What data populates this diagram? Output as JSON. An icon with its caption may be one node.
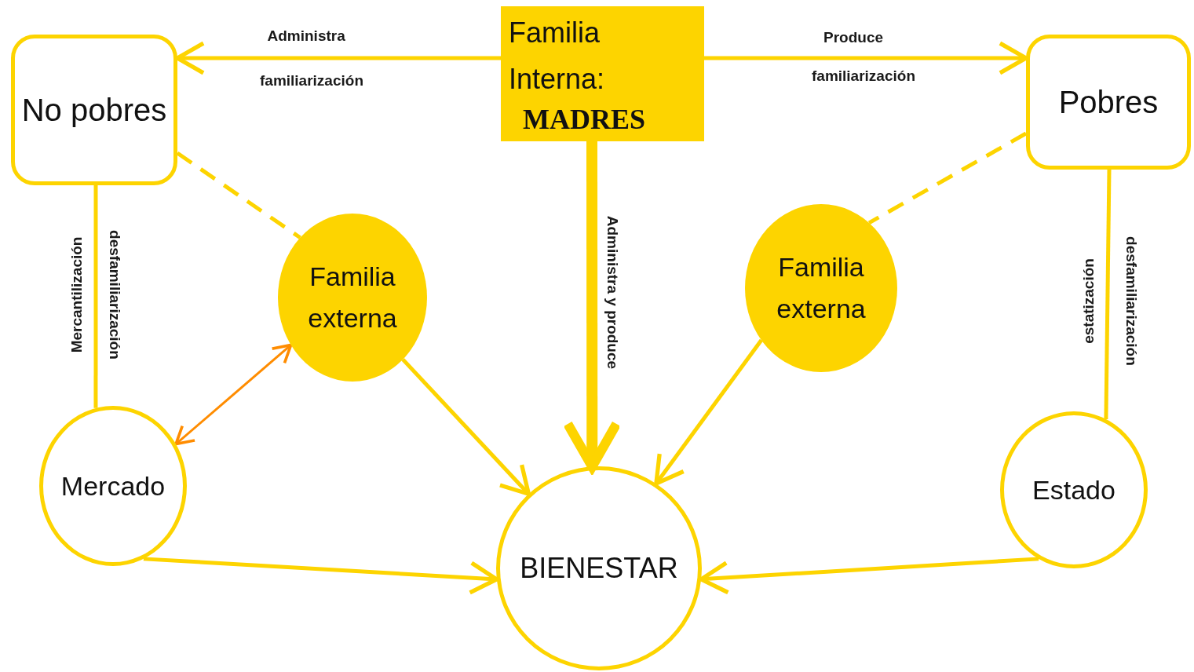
{
  "diagram": {
    "nodes": [
      {
        "text": [
          "Familia Interna:",
          "MADRES"
        ]
      },
      {
        "text": [
          "No pobres"
        ]
      },
      {
        "text": [
          "Pobres"
        ]
      },
      {
        "text": [
          "Familia externa"
        ]
      },
      {
        "text": [
          "Familia externa"
        ]
      },
      {
        "text": [
          "Mercado"
        ]
      },
      {
        "text": [
          "BIENESTAR"
        ]
      },
      {
        "text": [
          "Estado"
        ]
      }
    ],
    "edges": [
      {
        "from": 0,
        "to": 1,
        "arrow": "to",
        "label": "Administra"
      },
      {
        "from": 0,
        "to": 2,
        "arrow": "to",
        "label": "Produce"
      },
      {
        "from": 0,
        "to": 6,
        "arrow": "to",
        "label": "Administra y produce",
        "style": "thick"
      },
      {
        "from": 1,
        "to": 3,
        "arrow": "none",
        "style": "dashed"
      },
      {
        "from": 2,
        "to": 4,
        "arrow": "none",
        "style": "dashed"
      },
      {
        "from": 1,
        "to": 5,
        "arrow": "none",
        "label": "Mercantilización"
      },
      {
        "from": 2,
        "to": 7,
        "arrow": "none",
        "label": "estatización"
      },
      {
        "from": 5,
        "to": 3,
        "arrow": "both",
        "color": "#ff8c00"
      },
      {
        "from": 3,
        "to": 6,
        "arrow": "to"
      },
      {
        "from": 4,
        "to": 6,
        "arrow": "to"
      },
      {
        "from": 5,
        "to": 6,
        "arrow": "to"
      },
      {
        "from": 7,
        "to": 6,
        "arrow": "to"
      }
    ],
    "labels": [
      "familiarización",
      "familiarización",
      "desfamiliarización",
      "desfamiliarización"
    ]
  }
}
